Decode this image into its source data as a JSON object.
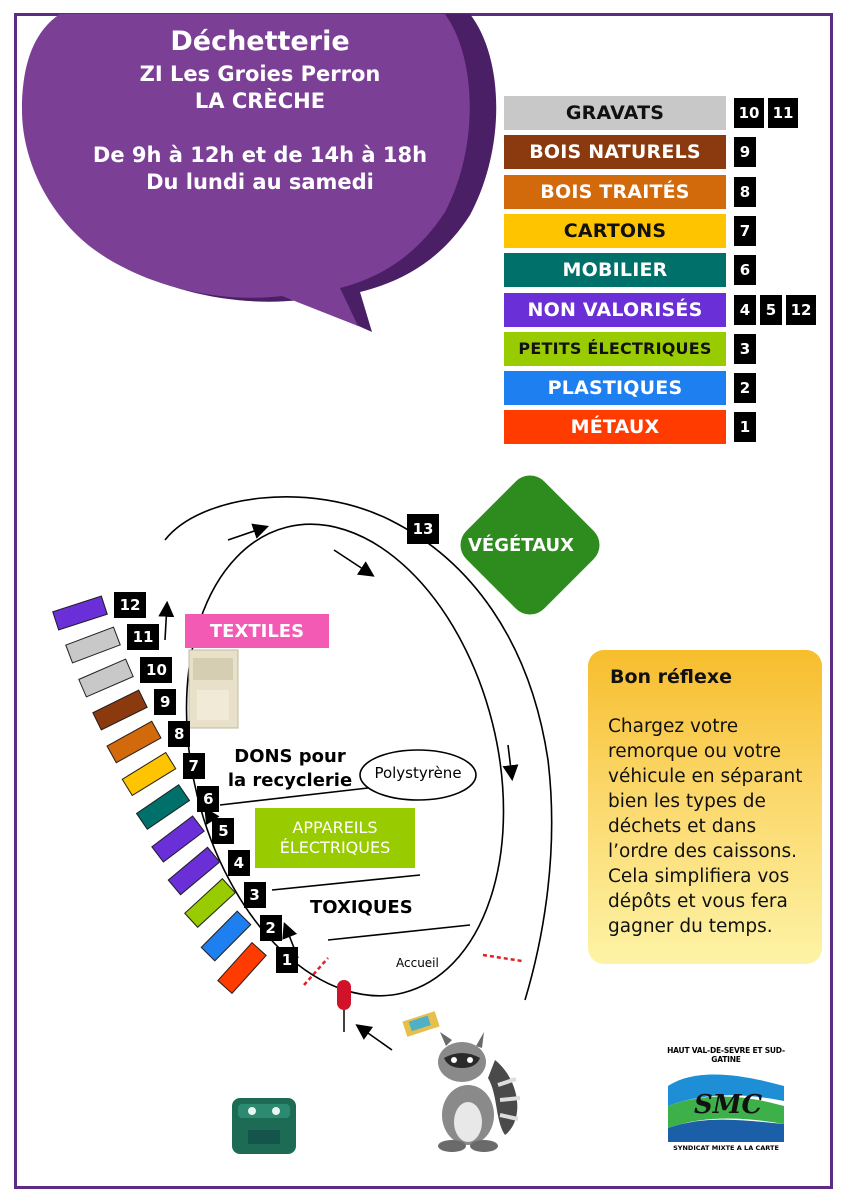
{
  "header": {
    "title": "Déchetterie",
    "address": "ZI Les Groies Perron",
    "town": "LA CRÈCHE",
    "hours": "De 9h à 12h et de 14h à 18h",
    "days": "Du lundi au samedi"
  },
  "legend": [
    {
      "label": "GRAVATS",
      "numbers": [
        "10",
        "11"
      ],
      "color": "#c8c8c8"
    },
    {
      "label": "BOIS NATURELS",
      "numbers": [
        "9"
      ],
      "color": "#8b3a0f"
    },
    {
      "label": "BOIS TRAITÉS",
      "numbers": [
        "8"
      ],
      "color": "#d26a0c"
    },
    {
      "label": "CARTONS",
      "numbers": [
        "7"
      ],
      "color": "#ffc400"
    },
    {
      "label": "MOBILIER",
      "numbers": [
        "6"
      ],
      "color": "#00706a"
    },
    {
      "label": "NON VALORISÉS",
      "numbers": [
        "4",
        "5",
        "12"
      ],
      "color": "#6a2fd6"
    },
    {
      "label": "PETITS ÉLECTRIQUES",
      "numbers": [
        "3"
      ],
      "color": "#99cc00"
    },
    {
      "label": "PLASTIQUES",
      "numbers": [
        "2"
      ],
      "color": "#1e7ff0"
    },
    {
      "label": "MÉTAUX",
      "numbers": [
        "1"
      ],
      "color": "#ff3b00"
    }
  ],
  "containers": [
    {
      "number": "12",
      "color": "#6a2fd6"
    },
    {
      "number": "11",
      "color": "#c8c8c8"
    },
    {
      "number": "10",
      "color": "#c8c8c8"
    },
    {
      "number": "9",
      "color": "#8b3a0f"
    },
    {
      "number": "8",
      "color": "#d26a0c"
    },
    {
      "number": "7",
      "color": "#ffc400"
    },
    {
      "number": "6",
      "color": "#00706a"
    },
    {
      "number": "5",
      "color": "#6a2fd6"
    },
    {
      "number": "4",
      "color": "#6a2fd6"
    },
    {
      "number": "3",
      "color": "#99cc00"
    },
    {
      "number": "2",
      "color": "#1e7ff0"
    },
    {
      "number": "1",
      "color": "#ff3b00"
    }
  ],
  "map": {
    "vegetaux": "VÉGÉTAUX",
    "vegetaux_number": "13",
    "vegetaux_color": "#2e8b1e",
    "textiles": "TEXTILES",
    "textiles_color": "#f25ab4",
    "dons_line1": "DONS pour",
    "dons_line2": "la recyclerie",
    "polystyrene": "Polystyrène",
    "appareils_line1": "APPAREILS",
    "appareils_line2": "ÉLECTRIQUES",
    "appareils_color": "#99cc00",
    "toxiques": "TOXIQUES",
    "accueil": "Accueil"
  },
  "advice": {
    "title": "Bon réflexe",
    "lines": [
      "Chargez votre",
      "remorque ou votre",
      "véhicule en séparant",
      "bien les types de",
      "déchets et dans",
      "l’ordre des caissons.",
      "Cela simplifiera vos",
      "dépôts et vous fera",
      "gagner du temps."
    ]
  },
  "logo": {
    "top_text": "HAUT VAL-DE-SEVRE ET SUD-GATINE",
    "name": "SMC",
    "bottom_text": "SYNDICAT MIXTE A LA CARTE"
  },
  "colors": {
    "frame": "#5f2a82",
    "bubble": "#7b3f95",
    "bubble_shadow": "#4b1f66"
  }
}
